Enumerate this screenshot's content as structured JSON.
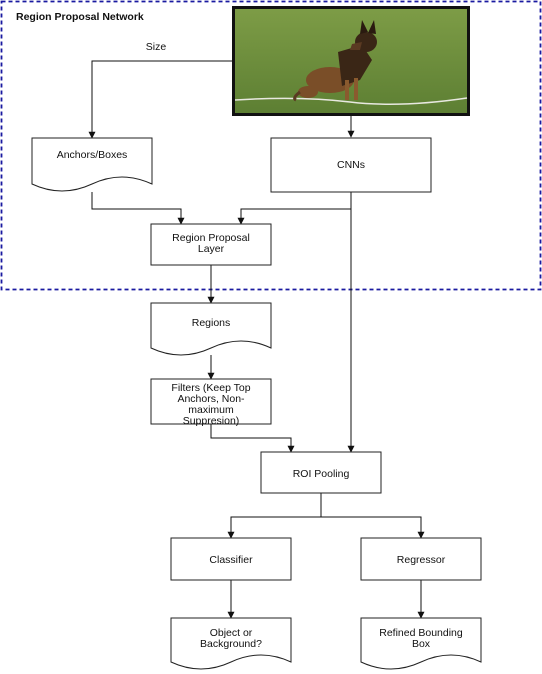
{
  "rpn_title": "Region Proposal Network",
  "edge_labels": {
    "size": "Size"
  },
  "image": {
    "description_icon": "dog-photo"
  },
  "nodes": {
    "anchors": [
      "Anchors/Boxes"
    ],
    "cnns": [
      "CNNs"
    ],
    "region_proposal_layer": [
      "Region Proposal",
      "Layer"
    ],
    "regions": [
      "Regions"
    ],
    "filters": [
      "Filters (Keep Top",
      "Anchors, Non-",
      "maximum",
      "Suppresion)"
    ],
    "roi_pooling": [
      "ROI Pooling"
    ],
    "classifier": [
      "Classifier"
    ],
    "regressor": [
      "Regressor"
    ],
    "object_or_background": [
      "Object or",
      "Background?"
    ],
    "refined_bounding_box": [
      "Refined Bounding",
      "Box"
    ]
  },
  "colors": {
    "frame": "#1a1aa0",
    "grass": "#6a8d3c",
    "dog_fur": "#8a5a2e"
  }
}
